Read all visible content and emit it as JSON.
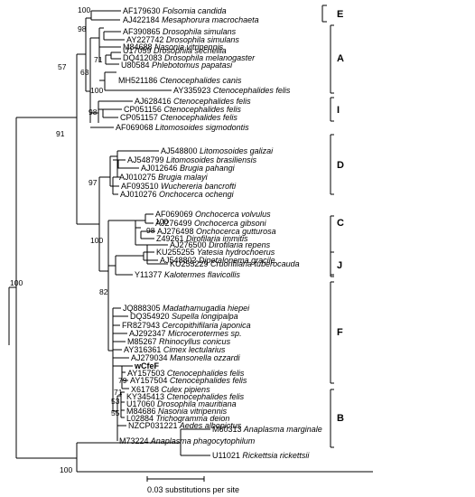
{
  "figure": {
    "scale_label": "0.03 substitutions per site"
  },
  "taxa": [
    {
      "acc": "AF179630",
      "sp": "Folsomia candida"
    },
    {
      "acc": "AJ422184",
      "sp": "Mesaphorura macrochaeta"
    },
    {
      "acc": "AF390865",
      "sp": "Drosophila simulans"
    },
    {
      "acc": "AY227742",
      "sp": "Drosophila simulans"
    },
    {
      "acc": "M84688",
      "sp": "Nasonia vitripennis"
    },
    {
      "acc": "U17059",
      "sp": "Drosophila sechellia"
    },
    {
      "acc": "DQ412083",
      "sp": "Drosophila melanogaster"
    },
    {
      "acc": "U80584",
      "sp": "Phlebotomus papatasi"
    },
    {
      "acc": "AY335923",
      "sp": "Ctenocephalides felis"
    },
    {
      "acc": "MH521186",
      "sp": "Ctenocephalides canis"
    },
    {
      "acc": "AJ628416",
      "sp": "Ctenocephalides felis"
    },
    {
      "acc": "CP051156",
      "sp": "Ctenocephalides felis"
    },
    {
      "acc": "CP051157",
      "sp": "Ctenocephalides felis"
    },
    {
      "acc": "AF069068",
      "sp": "Litomosoides sigmodontis"
    },
    {
      "acc": "AJ548800",
      "sp": "Litomosoides galizai"
    },
    {
      "acc": "AJ548799",
      "sp": "Litomosoides brasiliensis"
    },
    {
      "acc": "AJ012646",
      "sp": "Brugia pahangi"
    },
    {
      "acc": "AJ010275",
      "sp": "Brugia malayi"
    },
    {
      "acc": "AF093510",
      "sp": "Wuchereria bancrofti"
    },
    {
      "acc": "AJ010276",
      "sp": "Onchocerca ochengi"
    },
    {
      "acc": "AF069069",
      "sp": "Onchocerca volvulus"
    },
    {
      "acc": "AJ276499",
      "sp": "Onchocerca gibsoni"
    },
    {
      "acc": "AJ276498",
      "sp": "Onchocerca gutturosa"
    },
    {
      "acc": "Z49261",
      "sp": "Dirofilaria immitis"
    },
    {
      "acc": "AJ276500",
      "sp": "Dirofilaria repens"
    },
    {
      "acc": "KU255229",
      "sp": "Cruorifilaria tuberocauda"
    },
    {
      "acc": "KU255255",
      "sp": "Yatesia hydrochoerus"
    },
    {
      "acc": "AJ548802",
      "sp": "Dipetalonema gracile"
    },
    {
      "acc": "Y11377",
      "sp": "Kalotermes flavicollis"
    },
    {
      "acc": "JQ888305",
      "sp": "Madathamugadia hiepei"
    },
    {
      "acc": "DQ354920",
      "sp": "Supella longipalpa"
    },
    {
      "acc": "FR827943",
      "sp": "Cercopithifilaria japonica"
    },
    {
      "acc": "AJ292347",
      "sp": "Microcerotermes sp."
    },
    {
      "acc": "M85267",
      "sp": "Rhinocyllus conicus"
    },
    {
      "acc": "AY316361",
      "sp": "Cimex lectularius"
    },
    {
      "acc": "AJ279034",
      "sp": "Mansonella ozzardi"
    },
    {
      "acc": "wCfeF",
      "sp": ""
    },
    {
      "acc": "AY157503",
      "sp": "Ctenocephalides felis"
    },
    {
      "acc": "AY157504",
      "sp": "Ctenocephalides felis"
    },
    {
      "acc": "X61768",
      "sp": "Culex pipiens"
    },
    {
      "acc": "KY345413",
      "sp": "Ctenocephalides felis"
    },
    {
      "acc": "U17060",
      "sp": "Drosophila mauritiana"
    },
    {
      "acc": "M84686",
      "sp": "Nasonia vitripennis"
    },
    {
      "acc": "L02884",
      "sp": "Trichogramma deion"
    },
    {
      "acc": "NZCP031221",
      "sp": "Aedes albopictus"
    },
    {
      "acc": "M73224",
      "sp": "Anaplasma phagocytophilum"
    },
    {
      "acc": "M60313",
      "sp": "Anaplasma marginale"
    },
    {
      "acc": "U11021",
      "sp": "Rickettsia rickettsii"
    }
  ],
  "supports": [
    "100",
    "98",
    "57",
    "63",
    "71",
    "100",
    "98",
    "91",
    "97",
    "100",
    "98",
    "100",
    "82",
    "71",
    "53",
    "55",
    "79",
    "100",
    "100"
  ],
  "groups": [
    "E",
    "A",
    "I",
    "D",
    "C",
    "J",
    "F",
    "B"
  ]
}
